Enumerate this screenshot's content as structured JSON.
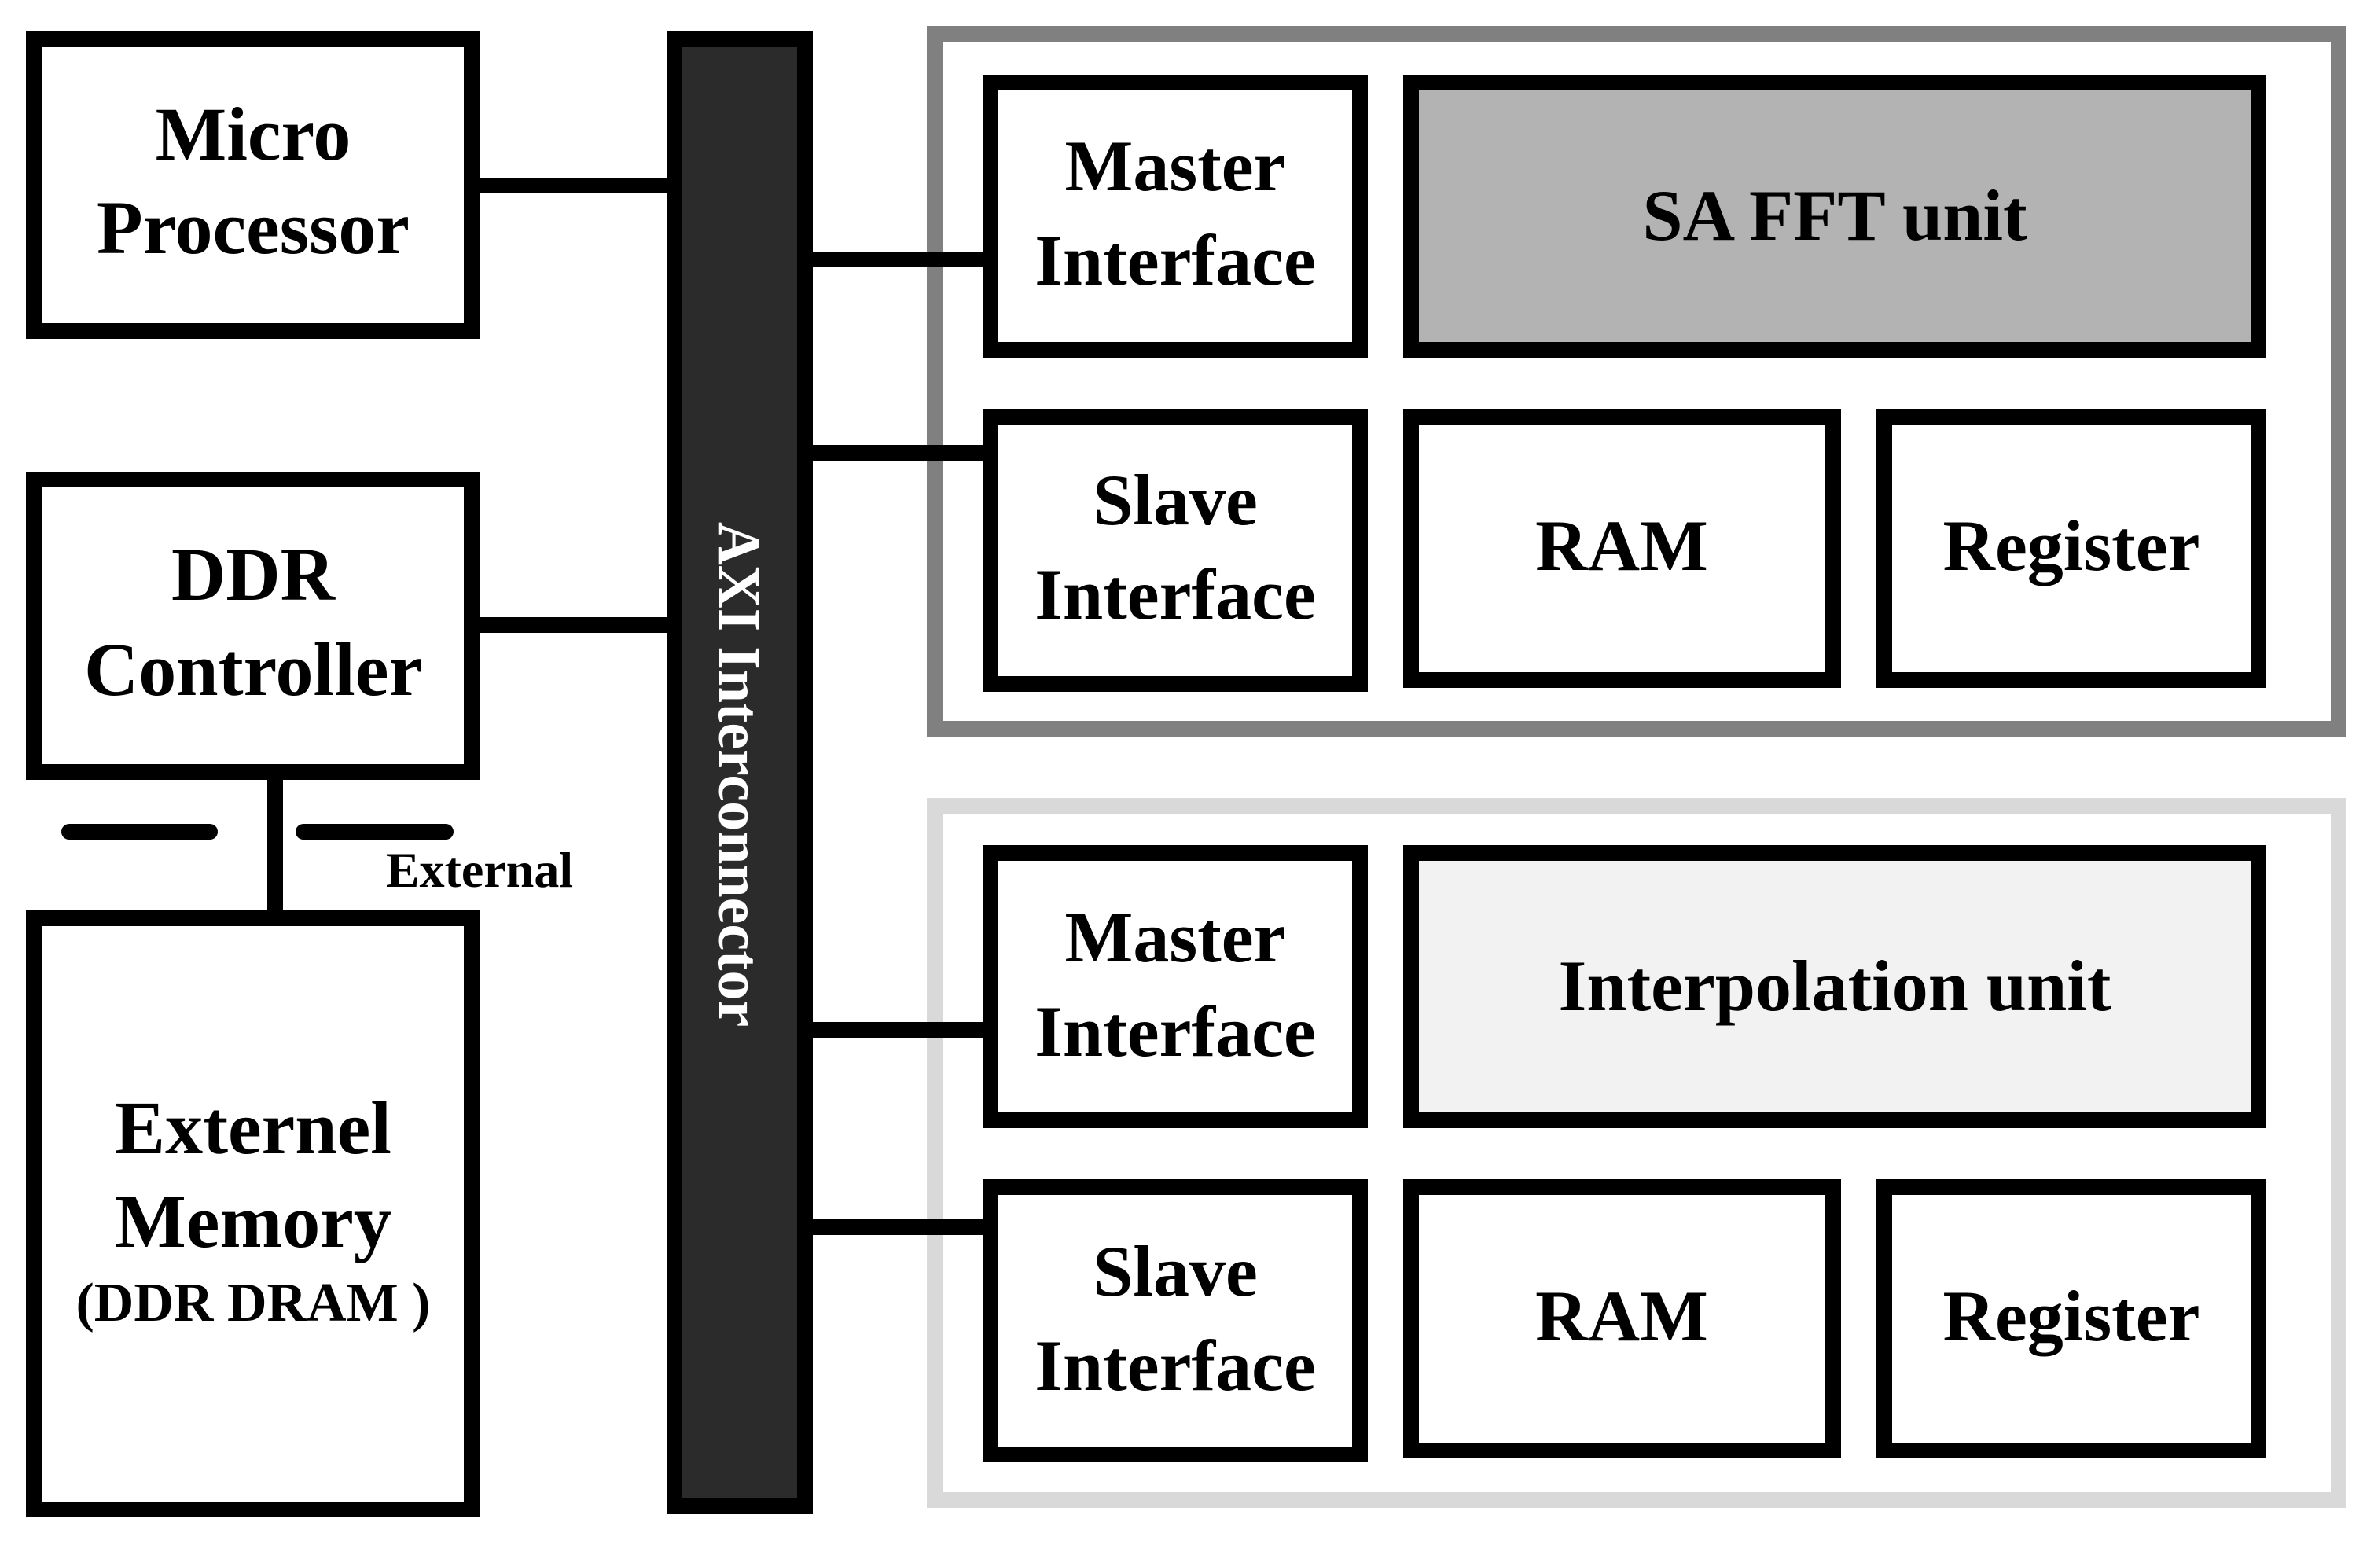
{
  "left_blocks": {
    "micro_processor": {
      "lines": [
        "Micro",
        "Processor"
      ]
    },
    "ddr_controller": {
      "lines": [
        "DDR",
        "Controller"
      ]
    },
    "external_memory": {
      "lines": [
        "Externel",
        "Memory"
      ],
      "subtitle": "(DDR DRAM )"
    },
    "boundary_label": "External"
  },
  "bus": {
    "label": "AXI Interconnector"
  },
  "sa_fft_group": {
    "master_interface": {
      "lines": [
        "Master",
        "Interface"
      ]
    },
    "unit": {
      "label": "SA FFT unit"
    },
    "slave_interface": {
      "lines": [
        "Slave",
        "Interface"
      ]
    },
    "ram": {
      "label": "RAM"
    },
    "register": {
      "label": "Register"
    }
  },
  "interpolation_group": {
    "master_interface": {
      "lines": [
        "Master",
        "Interface"
      ]
    },
    "unit": {
      "label": "Interpolation unit"
    },
    "slave_interface": {
      "lines": [
        "Slave",
        "Interface"
      ]
    },
    "ram": {
      "label": "RAM"
    },
    "register": {
      "label": "Register"
    }
  },
  "colors": {
    "stroke": "#000000",
    "bus_fill": "#2b2b2b",
    "sa_fft_frame": "#808080",
    "sa_fft_unit_fill": "#b3b3b3",
    "interp_frame": "#d9d9d9",
    "interp_unit_fill": "#f2f2f2"
  }
}
